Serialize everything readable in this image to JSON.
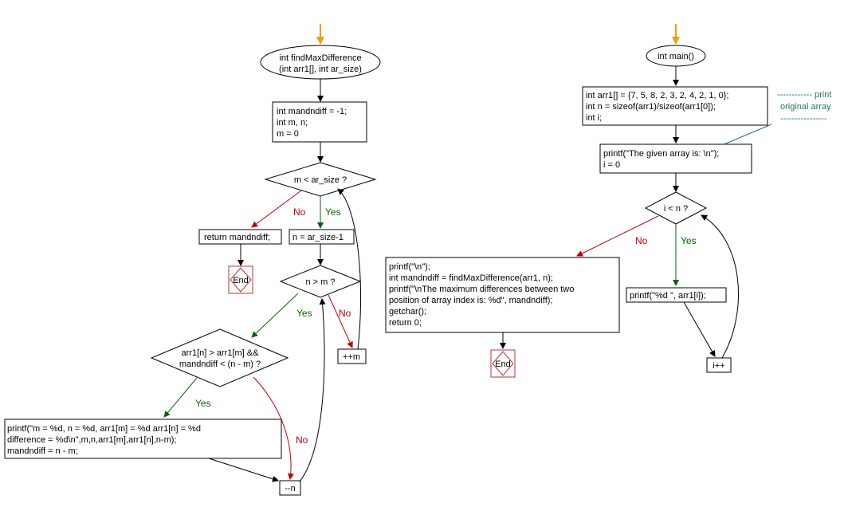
{
  "left": {
    "func_start": [
      "int findMaxDifference",
      "(int arr1[], int ar_size)"
    ],
    "init_box": [
      "int mandndiff = -1;",
      "int m, n;",
      "m = 0"
    ],
    "cond_m": "m < ar_size ?",
    "no_label_1": "No",
    "yes_label_1": "Yes",
    "return_box": "return mandndiff;",
    "end_1": "End",
    "n_assign": "n = ar_size-1",
    "cond_n": "n > m ?",
    "yes_label_2": "Yes",
    "no_label_2": "No",
    "inc_m": "++m",
    "cond_diff": [
      "arr1[n] > arr1[m] &&",
      "mandndiff < (n - m) ?"
    ],
    "yes_label_3": "Yes",
    "no_label_3": "No",
    "printf_box": [
      "printf(\"m = %d,     n = %d,    arr1[m] =  %d    arr1[n] = %d",
      "difference = %d\\n\",m,n,arr1[m],arr1[n],n-m);",
      "mandndiff = n - m;"
    ],
    "dec_n": "--n"
  },
  "right": {
    "main_start": "int main()",
    "init_box": [
      "int arr1[] = {7, 5, 8, 2, 3, 2, 4, 2, 1, 0};",
      "int n = sizeof(arr1)/sizeof(arr1[0]);",
      "int i;"
    ],
    "note": [
      "------------ print",
      "original array",
      "----------------"
    ],
    "print_box": [
      "printf(\"The given array is:  \\n\");",
      "i = 0"
    ],
    "cond_i": "i < n ?",
    "no_label": "No",
    "yes_label": "Yes",
    "final_box": [
      "printf(\"\\n\");",
      "int mandndiff = findMaxDifference(arr1, n);",
      "printf(\"\\nThe maximum differences between two",
      "position of array index is: %d\", mandndiff);",
      "getchar();",
      "return 0;"
    ],
    "end_2": "End",
    "print_elem": "printf(\"%d  \", arr1[i]);",
    "inc_i": "i++"
  },
  "colors": {
    "start_arrow": "#f0a000",
    "no": "#c00000",
    "yes": "#006600",
    "line": "#000000",
    "end_shape": "#c03030",
    "note": "#1f7a5c"
  }
}
